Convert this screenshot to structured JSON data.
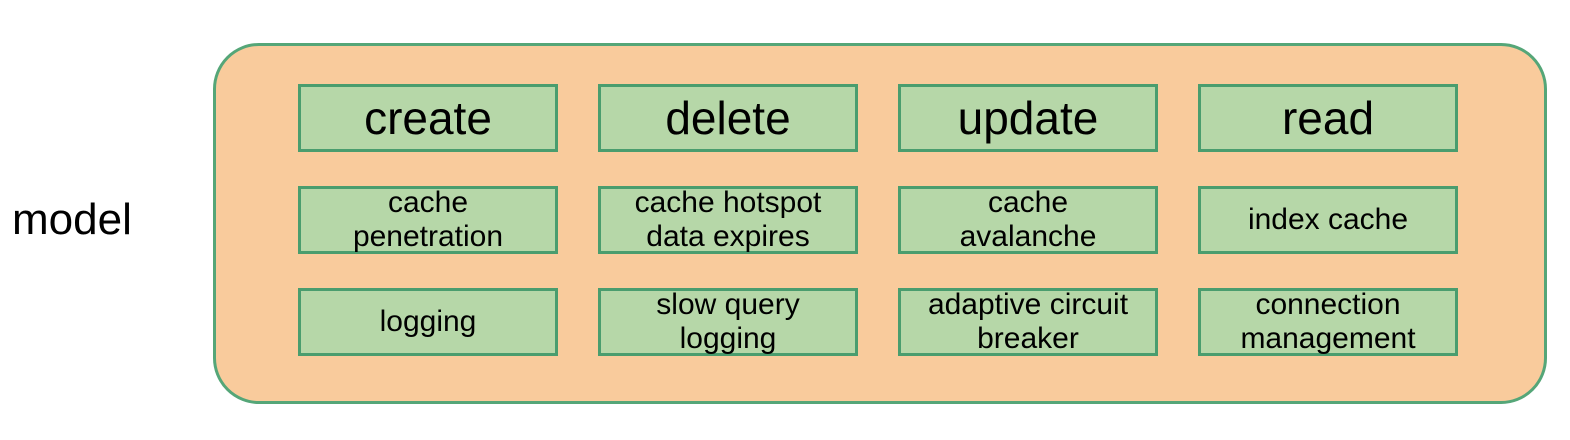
{
  "label": "model",
  "colors": {
    "container_fill": "#f9cb9c",
    "container_border": "#55a678",
    "box_fill": "#b6d7a8",
    "box_border": "#4a9d6e",
    "text": "#000000"
  },
  "columns": [
    {
      "header": "create",
      "items": [
        "cache\npenetration",
        "logging"
      ]
    },
    {
      "header": "delete",
      "items": [
        "cache hotspot\ndata expires",
        "slow query\nlogging"
      ]
    },
    {
      "header": "update",
      "items": [
        "cache\navalanche",
        "adaptive circuit\nbreaker"
      ]
    },
    {
      "header": "read",
      "items": [
        "index cache",
        "connection\nmanagement"
      ]
    }
  ]
}
